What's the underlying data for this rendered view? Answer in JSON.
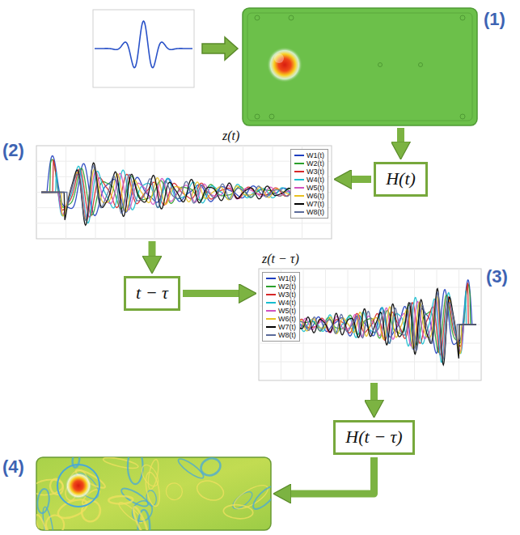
{
  "diagram": {
    "nodes": [
      {
        "text": [
          "(1)"
        ]
      },
      {
        "text": [
          "H(t)"
        ]
      },
      {
        "text": [
          "(2)",
          "z(t)"
        ]
      },
      {
        "text": [
          "t − τ"
        ]
      },
      {
        "text": [
          "z(t − τ)",
          "(3)"
        ]
      },
      {
        "text": [
          "H(t − τ)"
        ]
      },
      {
        "text": [
          "(4)"
        ]
      }
    ],
    "edges": [
      {
        "from": 0,
        "to": 1,
        "arrow": "to"
      },
      {
        "from": 1,
        "to": 2,
        "arrow": "to"
      },
      {
        "from": 2,
        "to": 3,
        "arrow": "to"
      },
      {
        "from": 3,
        "to": 4,
        "arrow": "to"
      },
      {
        "from": 4,
        "to": 5,
        "arrow": "to"
      },
      {
        "from": 5,
        "to": 6,
        "arrow": "to"
      }
    ],
    "legend": [
      {
        "text": "W1(t)"
      },
      {
        "text": "W2(t)"
      },
      {
        "text": "W3(t)"
      },
      {
        "text": "W4(t)"
      },
      {
        "text": "W5(t)"
      },
      {
        "text": "W6(t)"
      },
      {
        "text": "W7(t)"
      },
      {
        "text": "W8(t)"
      },
      {
        "text": "W1(t)"
      },
      {
        "text": "W2(t)"
      },
      {
        "text": "W3(t)"
      },
      {
        "text": "W4(t)"
      },
      {
        "text": "W5(t)"
      },
      {
        "text": "W6(t)"
      },
      {
        "text": "W7(t)"
      },
      {
        "text": "W8(t)"
      }
    ]
  }
}
